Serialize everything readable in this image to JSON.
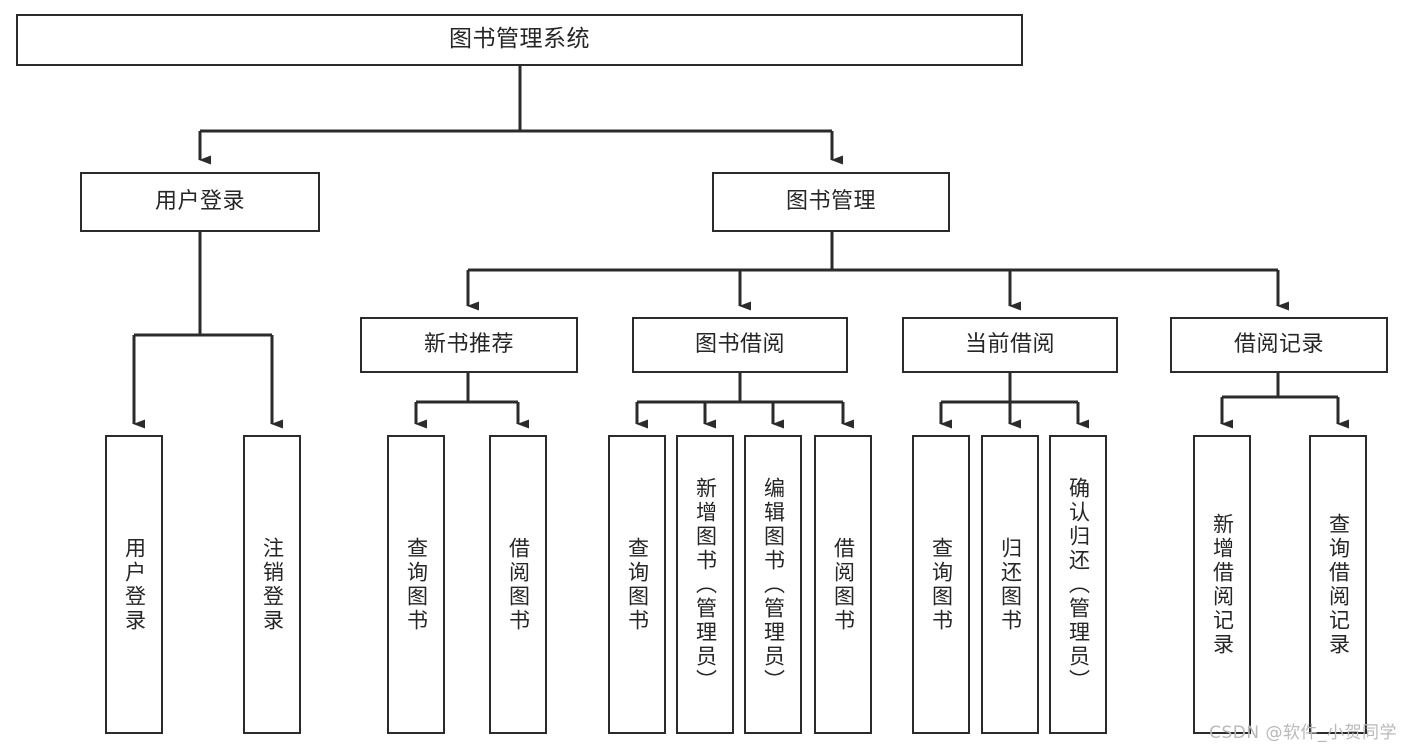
{
  "diagram": {
    "title": "图书管理系统",
    "watermark": "CSDN @软件_小贺同学",
    "line_color": "#2b2b2b",
    "box_fill": "#ffffff",
    "text_color": "#262626",
    "nodes": {
      "root": "图书管理系统",
      "level2": {
        "user_login": "用户登录",
        "book_manage": "图书管理"
      },
      "level3": {
        "new_book_recommend": "新书推荐",
        "book_borrow": "图书借阅",
        "current_borrow": "当前借阅",
        "borrow_record": "借阅记录"
      },
      "leaves": {
        "user_login_1": "用户登录",
        "user_login_2": "注销登录",
        "recommend_1": "查询图书",
        "recommend_2": "借阅图书",
        "borrow_1": "查询图书",
        "borrow_2": "新增图书（管理员）",
        "borrow_3": "编辑图书（管理员）",
        "borrow_4": "借阅图书",
        "current_1": "查询图书",
        "current_2": "归还图书",
        "current_3": "确认归还（管理员）",
        "record_1": "新增借阅记录",
        "record_2": "查询借阅记录"
      }
    }
  }
}
